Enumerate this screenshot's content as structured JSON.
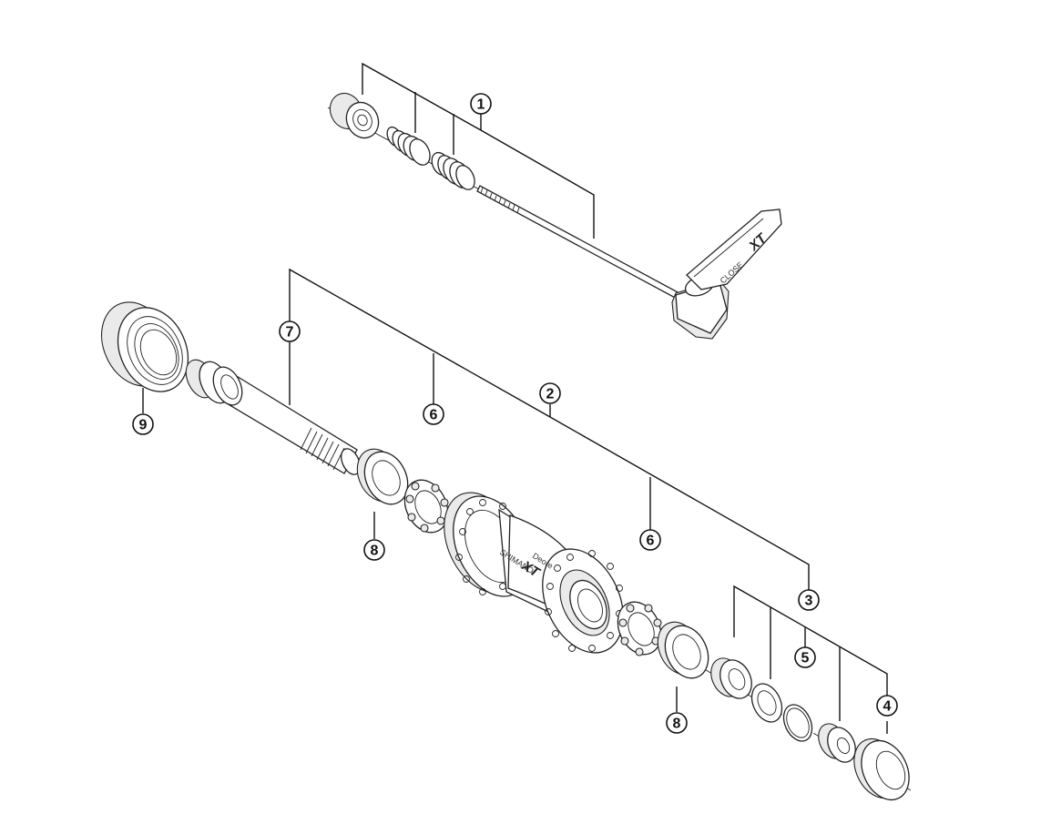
{
  "callouts": {
    "c1": "1",
    "c2": "2",
    "c3": "3",
    "c4": "4",
    "c5": "5",
    "c6a": "6",
    "c6b": "6",
    "c7": "7",
    "c8a": "8",
    "c8b": "8",
    "c9": "9"
  },
  "lever_text": {
    "close": "CLOSE",
    "brand": "XT"
  },
  "hub_text": {
    "maker": "SHIMANO",
    "series": "Deore",
    "model": "XT"
  },
  "colors": {
    "line": "#111111",
    "part_fill": "#ffffff",
    "shade": "#eaeaea"
  }
}
